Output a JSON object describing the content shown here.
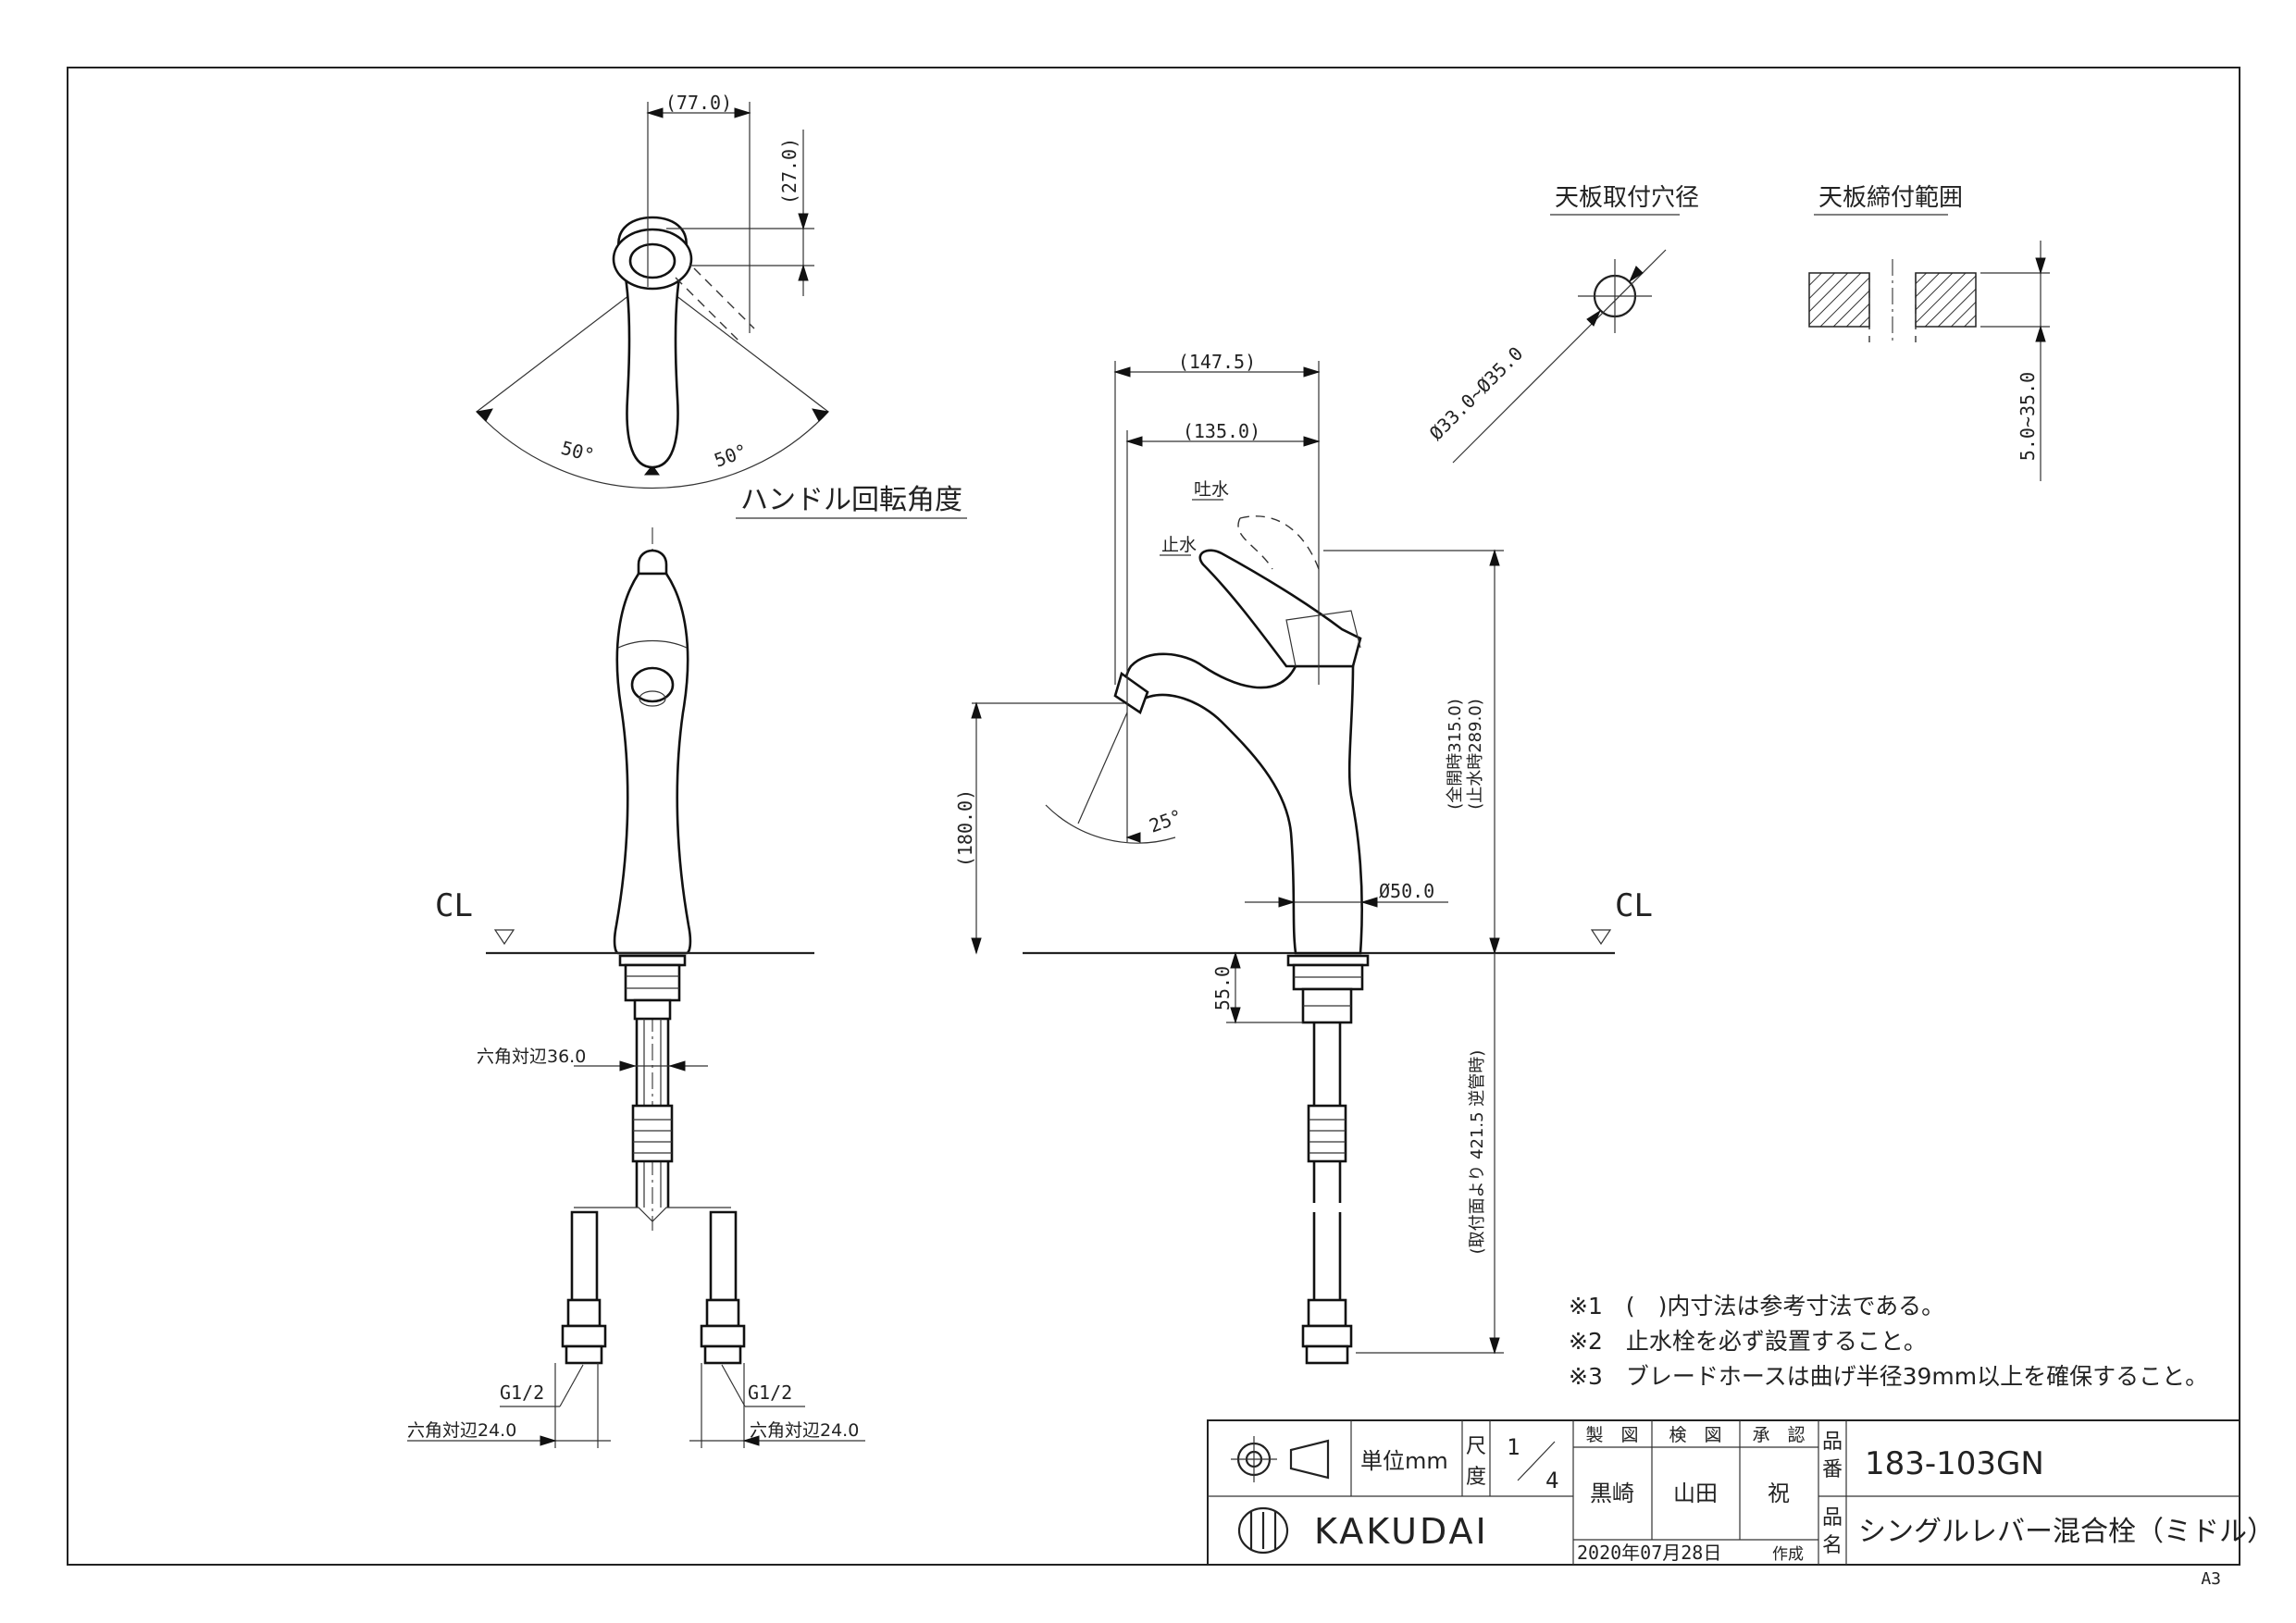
{
  "labels": {
    "handle_rotation": "ハンドル回転角度",
    "mount_hole": "天板取付穴径",
    "mount_thickness": "天板締付範囲",
    "cl_left": "CL",
    "cl_right": "CL",
    "spout_water": "吐水",
    "stop_water": "止水",
    "hex_top": "六角対辺36.0",
    "g_left": "G1/2",
    "g_right": "G1/2",
    "hex_bottom_left": "六角対辺24.0",
    "hex_bottom_right": "六角対辺24.0"
  },
  "dimensions": {
    "d77": "(77.0)",
    "d27": "(27.0)",
    "angle_left": "50°",
    "angle_right": "50°",
    "d147": "(147.5)",
    "d135": "(135.0)",
    "d180": "(180.0)",
    "angle_spout": "25°",
    "height_open": "(全開時315.0)",
    "height_closed": "(止水時289.0)",
    "d50": "Ø50.0",
    "d55": "55.0",
    "hose_length": "(取付面より 421.5 逆管時)",
    "hole_dia": "Ø33.0~Ø35.0",
    "thickness": "5.0~35.0"
  },
  "notes": [
    "※1　(　)内寸法は参考寸法である。",
    "※2　止水栓を必ず設置すること。",
    "※3　ブレードホースは曲げ半径39mm以上を確保すること。"
  ],
  "title_block": {
    "unit": "単位mm",
    "scale_label_1": "尺",
    "scale_label_2": "度",
    "scale_num": "1",
    "scale_den": "4",
    "made_by_label": "製　図",
    "checked_label": "検　図",
    "approved_label": "承　認",
    "made_by": "黒崎",
    "checked_by": "山田",
    "approved_by": "祝",
    "part_no_label_1": "品",
    "part_no_label_2": "番",
    "part_no": "183-103GN",
    "part_name_label_1": "品",
    "part_name_label_2": "名",
    "part_name": "シングルレバー混合栓（ミドル）",
    "logo": "KAKUDAI",
    "date": "2020年07月28日",
    "created": "作成"
  },
  "sheet_size": "A3"
}
